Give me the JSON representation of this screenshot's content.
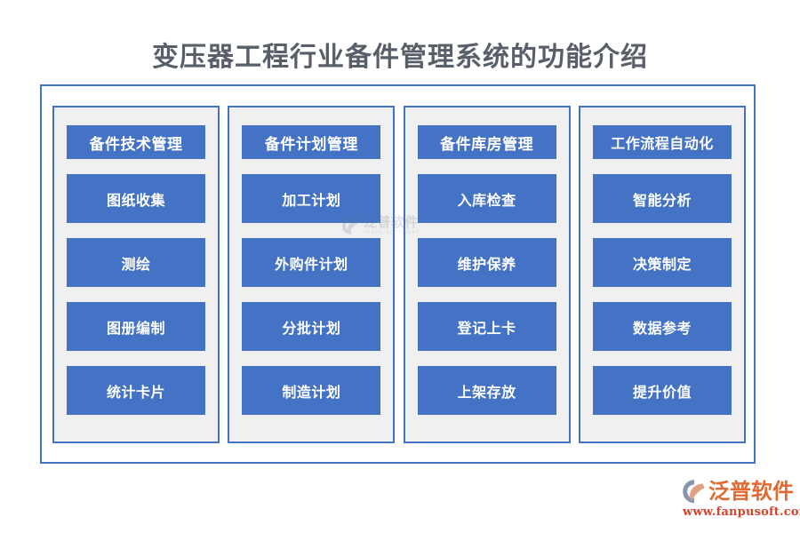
{
  "page": {
    "title": "变压器工程行业备件管理系统的功能介绍",
    "background_color": "#ffffff",
    "accent_color": "#4472c4",
    "panel_color": "#f0f0f0",
    "title_color": "#595f69"
  },
  "columns": [
    {
      "header": "备件技术管理",
      "items": [
        "图纸收集",
        "测绘",
        "图册编制",
        "统计卡片"
      ]
    },
    {
      "header": "备件计划管理",
      "items": [
        "加工计划",
        "外购件计划",
        "分批计划",
        "制造计划"
      ]
    },
    {
      "header": "备件库房管理",
      "items": [
        "入库检查",
        "维护保养",
        "登记上卡",
        "上架存放"
      ]
    },
    {
      "header": "工作流程自动化",
      "items": [
        "智能分析",
        "决策制定",
        "数据参考",
        "提升价值"
      ]
    }
  ],
  "watermark": {
    "name_cn": "泛普软件",
    "name_en": "FANPU SOFTWARE"
  },
  "brand": {
    "name_cn": "泛普软件",
    "url": "www.fanpusoft.com",
    "name_color": "#e06a32",
    "url_color": "#d4442c"
  }
}
